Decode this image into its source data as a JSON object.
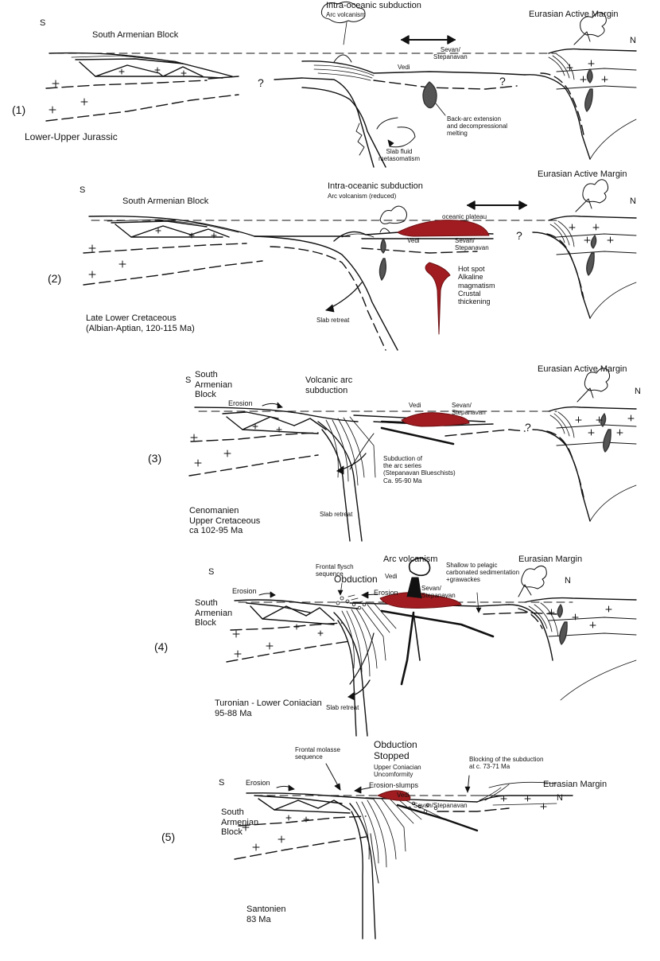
{
  "panels": [
    {
      "number": "(1)",
      "age": "Lower-Upper Jurassic",
      "south": "S",
      "north": "N",
      "block": "South Armenian Block",
      "subduction_title": "Intra-oceanic subduction",
      "subduction_sub": "Arc volcanism",
      "margin": "Eurasian Active Margin",
      "sevan": "Sevan/\nStepanavan",
      "vedi": "Vedi",
      "backarc": "Back-arc extension\nand decompressional\nmelting",
      "slab_fluid": "Slab fluid\nmetasomatism",
      "q1": "?",
      "q2": "?"
    },
    {
      "number": "(2)",
      "age": "Late Lower Cretaceous\n(Albian-Aptian, 120-115 Ma)",
      "south": "S",
      "north": "N",
      "block": "South Armenian Block",
      "subduction_title": "Intra-oceanic subduction",
      "subduction_sub": "Arc volcanism (reduced)",
      "margin": "Eurasian Active Margin",
      "plateau": "oceanic plateau",
      "vedi": "Vedi",
      "sevan": "Sevan/\nStepanavan",
      "hotspot": "Hot spot\nAlkaline\nmagmatism\nCrustal\nthickening",
      "slab_retreat": "Slab retreat",
      "q1": "?"
    },
    {
      "number": "(3)",
      "age": "Cenomanien\nUpper Cretaceous\nca 102-95 Ma",
      "south": "S",
      "north": "N",
      "block": "South\nArmenian\nBlock",
      "subduction_title": "Volcanic arc\nsubduction",
      "margin": "Eurasian Active Margin",
      "erosion": "Erosion",
      "vedi": "Vedi",
      "sevan": "Sevan/\nStepanavan",
      "arc_series": "Subduction of\nthe arc series\n(Stepanavan Blueschists)\nCa. 95-90 Ma",
      "slab_retreat": "Slab retreat",
      "q1": "?"
    },
    {
      "number": "(4)",
      "age": "Turonian - Lower Coniacian\n95-88 Ma",
      "south": "S",
      "north": "N",
      "block": "South\nArmenian\nBlock",
      "flysch": "Frontal flysch\nsequence",
      "obduction": "Obduction",
      "arc_volcanism": "Arc volcanism",
      "vedi": "Vedi",
      "shallow": "Shallow to pelagic\ncarbonated sedimentation\n+grawackes",
      "margin": "Eurasian Margin",
      "erosion_left": "Erosion",
      "erosion_mid": "Erosion",
      "sevan": "Sevan/\nStepanavan",
      "slab_retreat": "Slab retreat"
    },
    {
      "number": "(5)",
      "age": "Santonien\n83 Ma",
      "south": "S",
      "north": "N",
      "block": "South\nArmenian\nBlock",
      "molasse": "Frontal molasse\nsequence",
      "obduction_stopped": "Obduction\nStopped",
      "unconformity": "Upper Coniacian\nUncomformity",
      "blocking": "Blocking of the subduction\nat c. 73-71 Ma",
      "margin": "Eurasian Margin",
      "erosion": "Erosion",
      "erosion_slumps": "Erosion-slumps",
      "vedi": "Vedi",
      "sevan": "Sevan/Stepanavan"
    }
  ],
  "colors": {
    "line": "#111111",
    "melt_red": "#a01c20",
    "melt_grey": "#555555"
  }
}
